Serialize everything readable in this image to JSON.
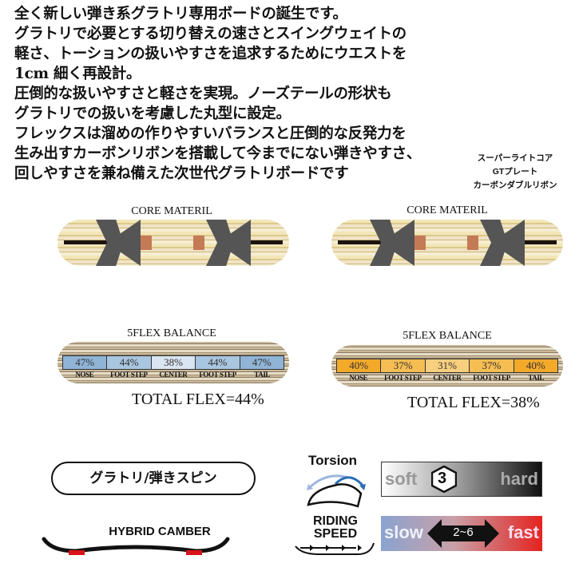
{
  "description": [
    "全く新しい弾き系グラトリ専用ボードの誕生です。",
    "グラトリで必要とする切り替えの速さとスイングウェイトの",
    "軽さ、トーションの扱いやすさを追求するためにウエストを",
    "1cm 細く再設計。",
    "圧倒的な扱いやすさと軽さを実現。ノーズテールの形状も",
    "グラトリでの扱いを考慮した丸型に設定。",
    "フレックスは溜めの作りやすいバランスと圧倒的な反発力を",
    "生み出すカーボンリボンを搭載して今までにない弾きやすさ、",
    "回しやすさを兼ね備えた次世代グラトリボードです"
  ],
  "specs": [
    "スーパーライトコア",
    "GTプレート",
    "カーボンダブルリボン"
  ],
  "core_title": "CORE MATERIL",
  "flex_title": "5FLEX BALANCE",
  "flex_labels": [
    "NOSE",
    "FOOT STEP",
    "CENTER",
    "FOOT STEP",
    "TAIL"
  ],
  "boards": [
    {
      "flex": [
        "47%",
        "44%",
        "38%",
        "44%",
        "47%"
      ],
      "colors": [
        "#8fb4d6",
        "#a9c6e0",
        "#d9e5f1",
        "#a9c6e0",
        "#8fb4d6"
      ],
      "total": "TOTAL FLEX=44%"
    },
    {
      "flex": [
        "40%",
        "37%",
        "31%",
        "37%",
        "40%"
      ],
      "colors": [
        "#f3a92a",
        "#f6bd52",
        "#f8cf7e",
        "#f6bd52",
        "#f3a92a"
      ],
      "total": "TOTAL FLEX=38%"
    }
  ],
  "style_label": "グラトリ/弾きスピン",
  "camber_label": "HYBRID CAMBER",
  "torsion": {
    "title": "Torsion",
    "min": "soft",
    "max": "hard",
    "value": "3"
  },
  "speed": {
    "title1": "RIDING",
    "title2": "SPEED",
    "min": "slow",
    "max": "fast",
    "range": "2~6"
  }
}
